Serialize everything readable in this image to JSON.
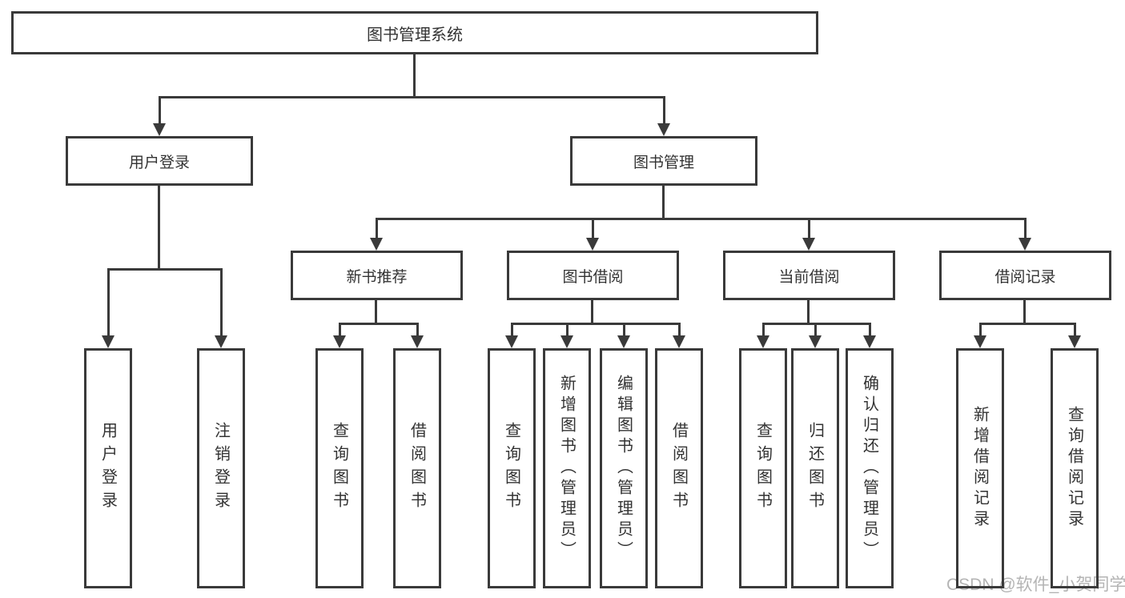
{
  "diagram": {
    "title": "图书管理系统",
    "level2": {
      "user_login": "用户登录",
      "book_mgmt": "图书管理"
    },
    "level3": {
      "new_book": "新书推荐",
      "book_borrow": "图书借阅",
      "current_borrow": "当前借阅",
      "borrow_record": "借阅记录"
    },
    "leaves": {
      "user_login_children": [
        "用户登录",
        "注销登录"
      ],
      "new_book_children": [
        "查询图书",
        "借阅图书"
      ],
      "book_borrow_children": [
        "查询图书",
        "新增图书（管理员）",
        "编辑图书（管理员）",
        "借阅图书"
      ],
      "current_borrow_children": [
        "查询图书",
        "归还图书",
        "确认归还（管理员）"
      ],
      "borrow_record_children": [
        "新增借阅记录",
        "查询借阅记录"
      ]
    },
    "watermark": "CSDN @软件_小贺同学",
    "colors": {
      "line": "#3a3a3a",
      "text": "#333333",
      "watermark": "#b4b4b4",
      "background": "#ffffff"
    }
  }
}
